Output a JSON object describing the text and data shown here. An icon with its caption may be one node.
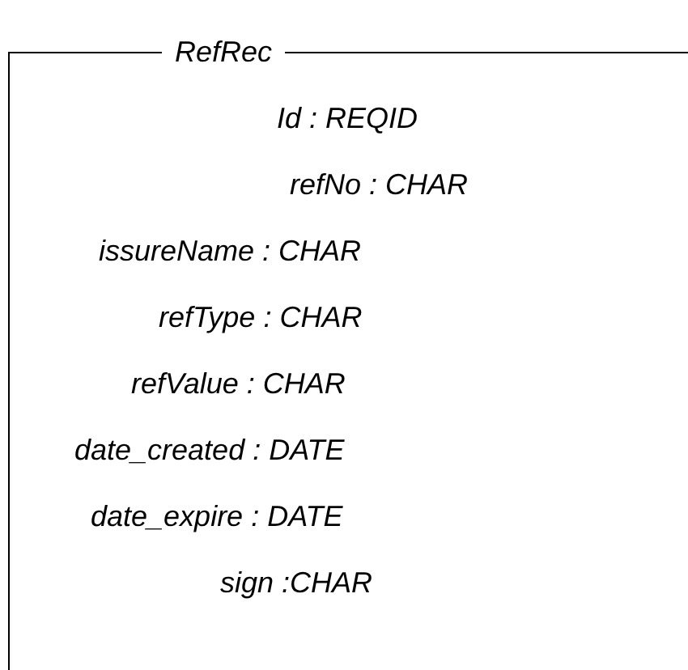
{
  "diagram": {
    "nodes": [
      {
        "text": [
          "RefRec",
          "Id : REQID",
          "refNo : CHAR",
          "issureName : CHAR",
          "refType : CHAR",
          "refValue : CHAR",
          "date_created : DATE",
          "date_expire : DATE",
          "sign :CHAR"
        ]
      }
    ]
  }
}
